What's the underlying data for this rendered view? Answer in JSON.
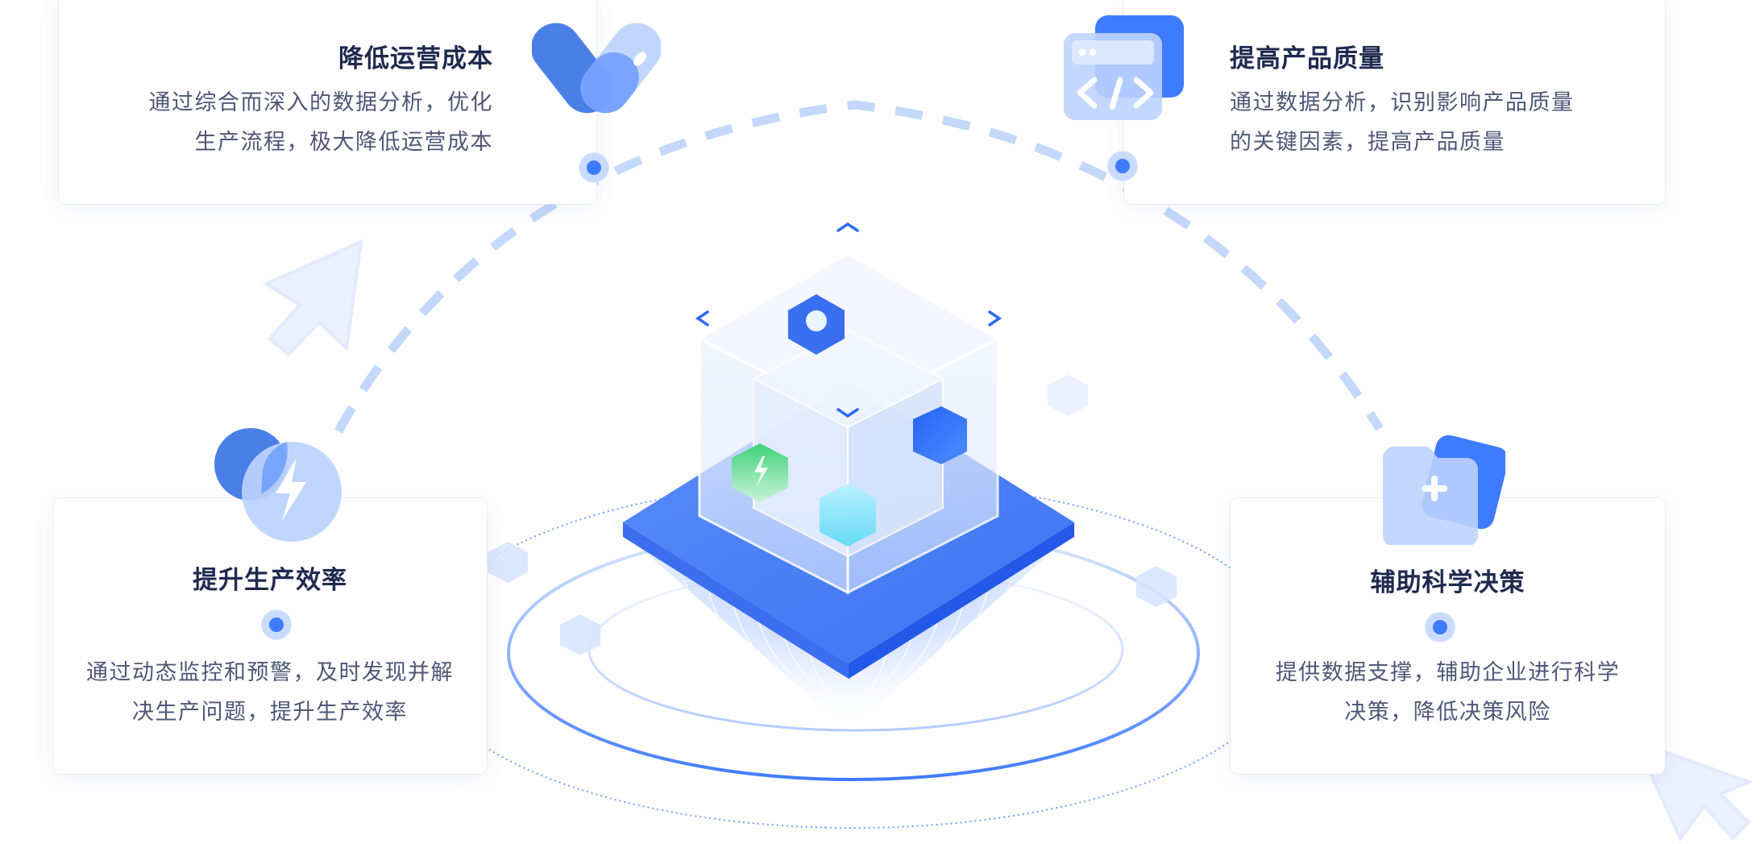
{
  "features": [
    {
      "id": "reduce-cost",
      "title": "降低运营成本",
      "desc_lines": [
        "通过综合而深入的数据分析，优化",
        "生产流程，极大降低运营成本"
      ],
      "icon": "heart-capsule-icon"
    },
    {
      "id": "improve-quality",
      "title": "提高产品质量",
      "desc_lines": [
        "通过数据分析，识别影响产品质量",
        "的关键因素，提高产品质量"
      ],
      "icon": "code-window-icon"
    },
    {
      "id": "improve-efficiency",
      "title": "提升生产效率",
      "desc_lines": [
        "通过动态监控和预警，及时发现并解",
        "决生产问题，提升生产效率"
      ],
      "icon": "lightning-icon"
    },
    {
      "id": "assist-decision",
      "title": "辅助科学决策",
      "desc_lines": [
        "提供数据支撑，辅助企业进行科学",
        "决策，降低决策风险"
      ],
      "icon": "plus-folder-icon"
    }
  ],
  "colors": {
    "accent": "#3f7bff",
    "accent_light": "#c9dbff",
    "dash": "#c3d8fb",
    "title": "#1f2a4f",
    "desc": "#4f5777",
    "platform": "#4a82f7"
  },
  "illustration": {
    "center_icon": "data-cube-platform-icon",
    "decorations": [
      "cursor-arrow-icon",
      "cursor-arrow-icon",
      "floating-cube-icon"
    ]
  }
}
